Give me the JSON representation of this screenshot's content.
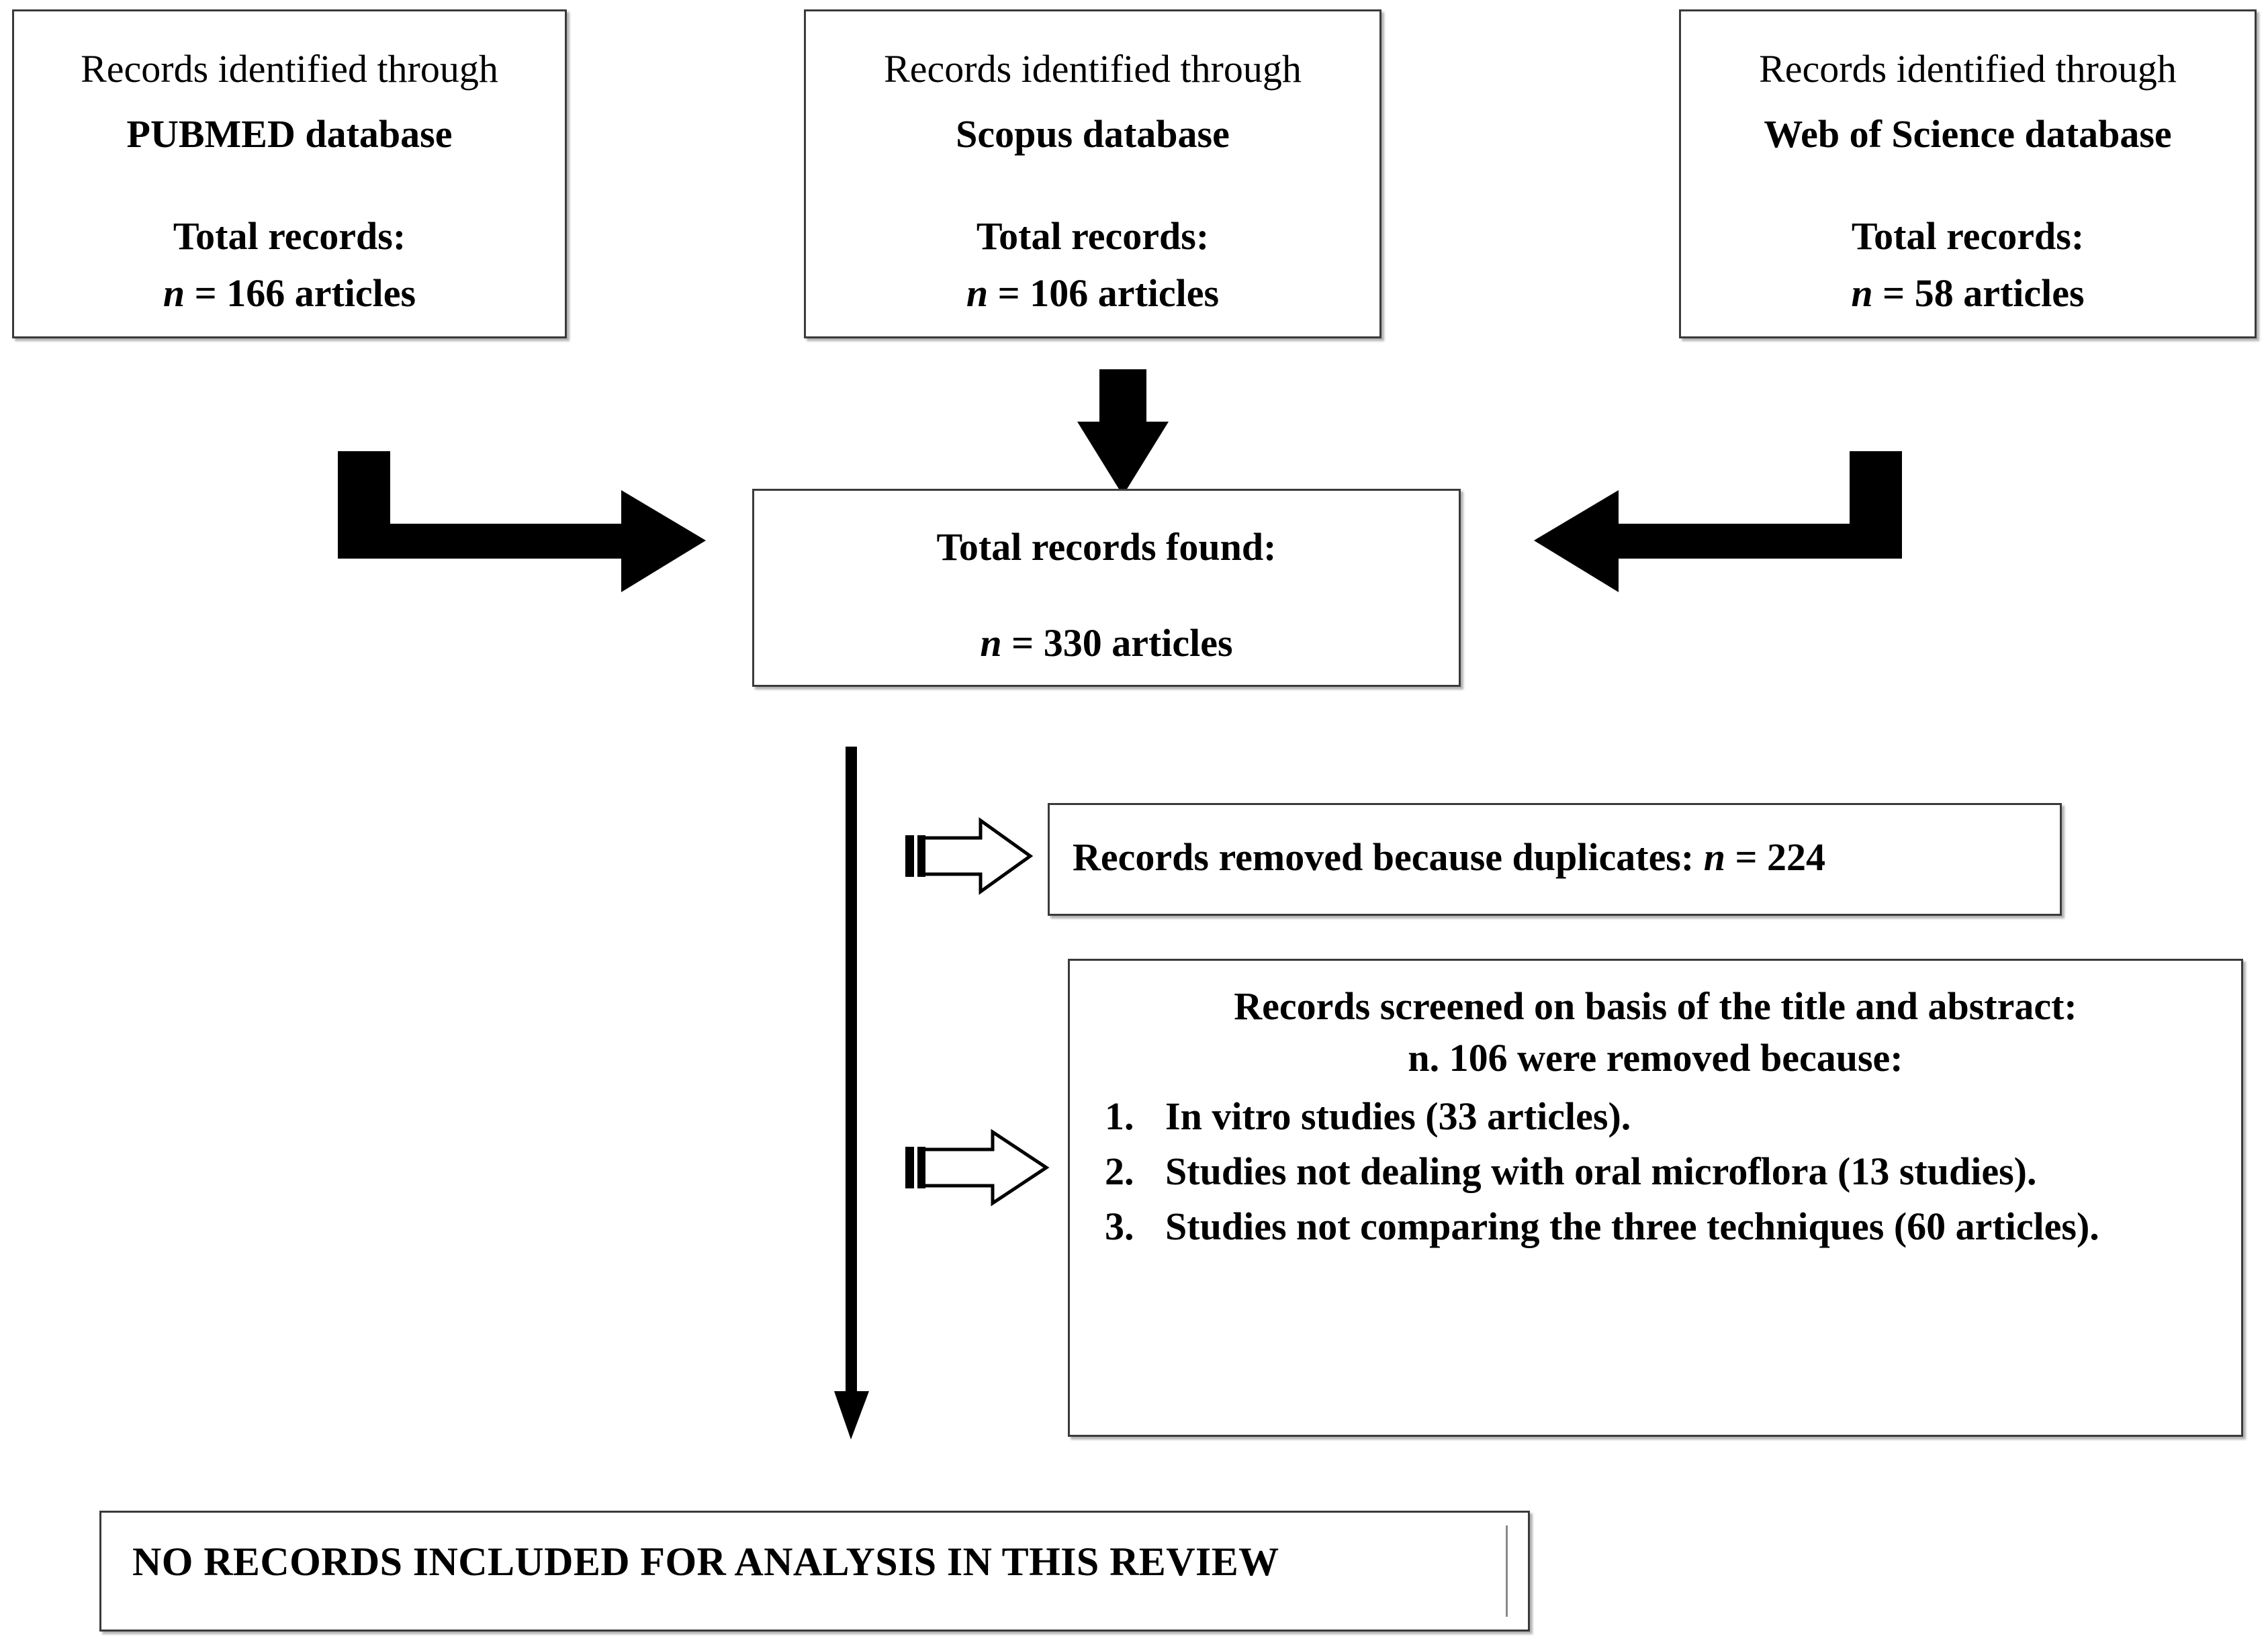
{
  "diagram": {
    "type": "prisma-flow-diagram",
    "sources": [
      {
        "id": "pubmed",
        "line1": "Records identified through",
        "line2": "PUBMED database",
        "line3": "Total records:",
        "count_prefix": "n",
        "line4": "n = 166 articles",
        "count": 166
      },
      {
        "id": "scopus",
        "line1": "Records identified through",
        "line2": "Scopus database",
        "line3": "Total records:",
        "count_prefix": "n",
        "line4": "n = 106 articles",
        "count": 106
      },
      {
        "id": "web-of-science",
        "line1": "Records identified through",
        "line2": "Web of Science database",
        "line3": "Total records:",
        "count_prefix": "n",
        "line4": "n = 58 articles",
        "count": 58
      }
    ],
    "total": {
      "line1": "Total records found:",
      "line2": "n = 330 articles",
      "count": 330
    },
    "duplicates": {
      "line1": "Records removed because duplicates: n = 224",
      "count": 224
    },
    "screening": {
      "head_line1": "Records screened on basis of the title and abstract:",
      "head_line2": "n. 106 were removed because:",
      "removed_count": 106,
      "reasons": [
        {
          "number": "1.",
          "text": "In vitro studies (33 articles).",
          "count": 33
        },
        {
          "number": "2.",
          "text": "Studies not dealing with oral microflora (13 studies).",
          "count": 13
        },
        {
          "number": "3.",
          "text": "Studies not comparing the three techniques (60 articles).",
          "count": 60
        }
      ]
    },
    "final": {
      "text": "NO RECORDS INCLUDED FOR ANALYSIS IN THIS REVIEW"
    },
    "arrows": [
      {
        "id": "elbow-left",
        "name": "elbow-arrow-pubmed-to-total",
        "style": "solid-black",
        "direction": "down-then-right"
      },
      {
        "id": "down-center",
        "name": "down-arrow-scopus-to-total",
        "style": "solid-black",
        "direction": "down"
      },
      {
        "id": "elbow-right",
        "name": "elbow-arrow-wos-to-total",
        "style": "solid-black",
        "direction": "down-then-left"
      },
      {
        "id": "trunk",
        "name": "vertical-trunk-arrow",
        "style": "thin-black-line",
        "direction": "down"
      },
      {
        "id": "branch-duplicates",
        "name": "hollow-arrow-duplicates",
        "style": "hollow-outline",
        "direction": "right"
      },
      {
        "id": "branch-screening",
        "name": "hollow-arrow-screening",
        "style": "hollow-outline",
        "direction": "right"
      }
    ],
    "colors": {
      "box_border": "#3a3a3a",
      "text": "#000000",
      "background": "#ffffff",
      "arrow_fill": "#000000"
    }
  }
}
